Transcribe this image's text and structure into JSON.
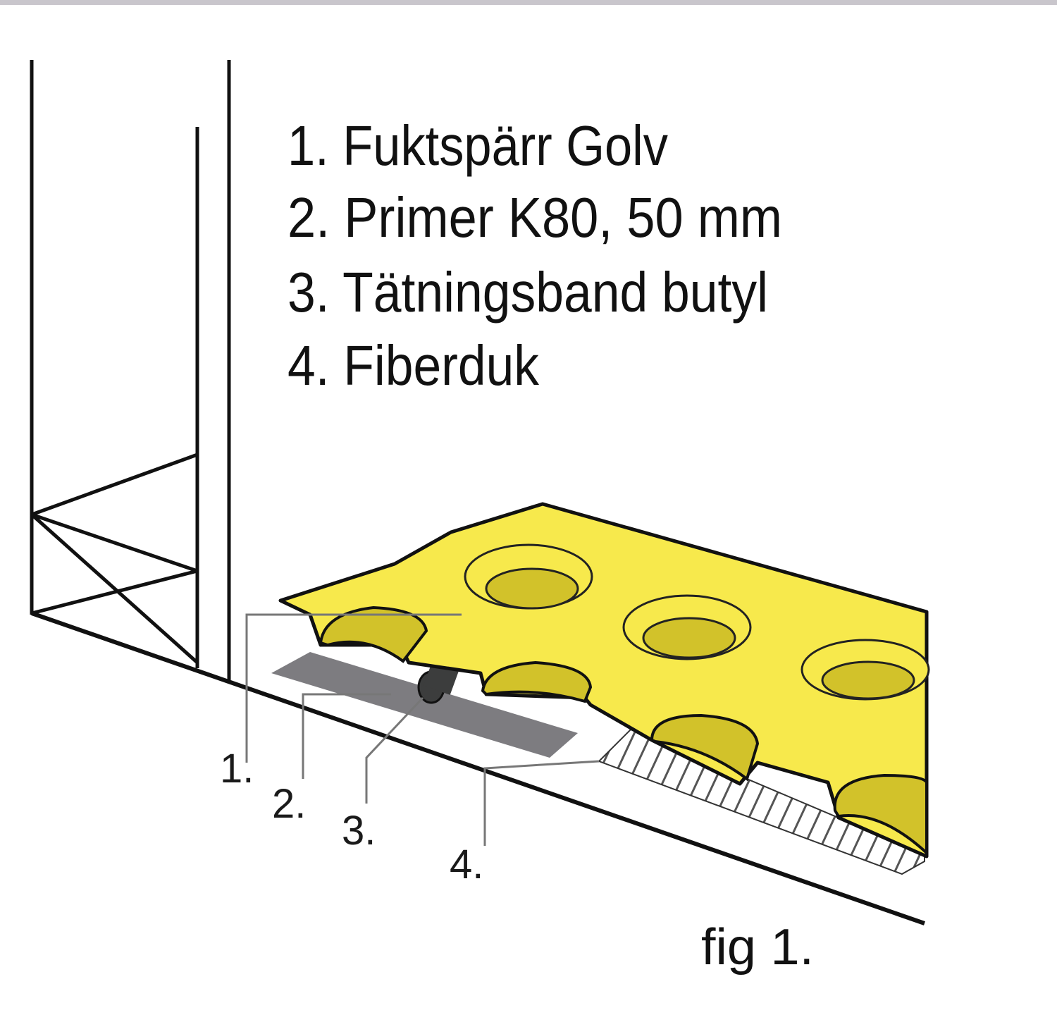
{
  "legend": {
    "items": [
      "1. Fuktspärr Golv",
      "2. Primer K80, 50 mm",
      "3. Tätningsband butyl",
      "4. Fiberduk"
    ]
  },
  "callouts": [
    "1.",
    "2.",
    "3.",
    "4."
  ],
  "caption": "fig 1.",
  "colors": {
    "membrane": "#f7e94c",
    "cup": "#d2c22a",
    "primer": "#7d7c80",
    "tape": "#3c3d3d",
    "line": "#111111"
  }
}
